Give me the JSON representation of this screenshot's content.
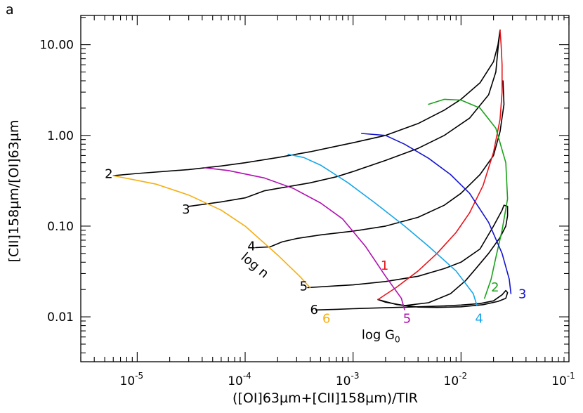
{
  "panel_label": "a",
  "chart_data": {
    "type": "line",
    "xlabel": "([OI]63µm+[CII]158µm)/TIR",
    "ylabel": "[CII]158µm/[OI]63µm",
    "xscale": "log",
    "yscale": "log",
    "xlim": [
      3e-06,
      0.1
    ],
    "ylim": [
      0.0032,
      21
    ],
    "x_ticks": [
      {
        "value": 1e-05,
        "label": "10",
        "exp": "-5"
      },
      {
        "value": 0.0001,
        "label": "10",
        "exp": "-4"
      },
      {
        "value": 0.001,
        "label": "10",
        "exp": "-3"
      },
      {
        "value": 0.01,
        "label": "10",
        "exp": "-2"
      },
      {
        "value": 0.1,
        "label": "10",
        "exp": "-1"
      }
    ],
    "y_ticks": [
      {
        "value": 0.01,
        "label": "0.01"
      },
      {
        "value": 0.1,
        "label": "0.10"
      },
      {
        "value": 1,
        "label": "1.00"
      },
      {
        "value": 10,
        "label": "10.00"
      }
    ],
    "grid": false,
    "legend": "none",
    "colors": {
      "axis": "#000000",
      "logn_lines": "#000000",
      "g0_1": "#e8141b",
      "g0_2": "#1aa21a",
      "g0_3": "#1414d0",
      "g0_4": "#16a6e8",
      "g0_5": "#b010b0",
      "g0_6": "#f5ae10"
    },
    "series": [
      {
        "group": "log_n",
        "label": "2",
        "color": "#000000",
        "points": [
          [
            6e-06,
            0.36
          ],
          [
            1e-05,
            0.38
          ],
          [
            3e-05,
            0.42
          ],
          [
            6e-05,
            0.46
          ],
          [
            0.0001,
            0.5
          ],
          [
            0.0002,
            0.57
          ],
          [
            0.0004,
            0.66
          ],
          [
            0.0007,
            0.76
          ],
          [
            0.001,
            0.83
          ],
          [
            0.002,
            1.0
          ],
          [
            0.004,
            1.35
          ],
          [
            0.007,
            1.9
          ],
          [
            0.01,
            2.5
          ],
          [
            0.015,
            3.8
          ],
          [
            0.02,
            6.5
          ],
          [
            0.022,
            10
          ],
          [
            0.023,
            14.5
          ]
        ]
      },
      {
        "group": "log_n",
        "label": "3",
        "color": "#000000",
        "points": [
          [
            3e-05,
            0.165
          ],
          [
            6e-05,
            0.185
          ],
          [
            0.0001,
            0.205
          ],
          [
            0.00015,
            0.245
          ],
          [
            0.0002,
            0.26
          ],
          [
            0.0004,
            0.3
          ],
          [
            0.0007,
            0.35
          ],
          [
            0.001,
            0.4
          ],
          [
            0.002,
            0.53
          ],
          [
            0.004,
            0.72
          ],
          [
            0.007,
            1.0
          ],
          [
            0.012,
            1.55
          ],
          [
            0.018,
            2.8
          ],
          [
            0.021,
            5
          ],
          [
            0.022,
            9
          ],
          [
            0.023,
            14.5
          ]
        ]
      },
      {
        "group": "log_n",
        "label": "4",
        "color": "#000000",
        "points": [
          [
            0.000125,
            0.058
          ],
          [
            0.00017,
            0.059
          ],
          [
            0.00022,
            0.067
          ],
          [
            0.0003,
            0.073
          ],
          [
            0.0005,
            0.08
          ],
          [
            0.001,
            0.088
          ],
          [
            0.002,
            0.1
          ],
          [
            0.004,
            0.125
          ],
          [
            0.007,
            0.17
          ],
          [
            0.01,
            0.23
          ],
          [
            0.015,
            0.37
          ],
          [
            0.02,
            0.6
          ],
          [
            0.023,
            1.1
          ],
          [
            0.025,
            2.2
          ],
          [
            0.0245,
            4
          ]
        ]
      },
      {
        "group": "log_n",
        "label": "5",
        "color": "#000000",
        "points": [
          [
            0.00038,
            0.021
          ],
          [
            0.0007,
            0.022
          ],
          [
            0.001,
            0.0225
          ],
          [
            0.002,
            0.0245
          ],
          [
            0.004,
            0.028
          ],
          [
            0.007,
            0.034
          ],
          [
            0.01,
            0.04
          ],
          [
            0.015,
            0.056
          ],
          [
            0.02,
            0.1
          ],
          [
            0.024,
            0.15
          ],
          [
            0.025,
            0.17
          ],
          [
            0.027,
            0.165
          ],
          [
            0.027,
            0.13
          ],
          [
            0.026,
            0.1
          ],
          [
            0.023,
            0.075
          ],
          [
            0.018,
            0.05
          ],
          [
            0.014,
            0.035
          ],
          [
            0.011,
            0.025
          ],
          [
            0.008,
            0.018
          ],
          [
            0.005,
            0.0143
          ],
          [
            0.003,
            0.0133
          ],
          [
            0.002,
            0.0145
          ],
          [
            0.0017,
            0.0155
          ]
        ]
      },
      {
        "group": "log_n",
        "label": "6",
        "color": "#000000",
        "points": [
          [
            0.00045,
            0.0119
          ],
          [
            0.0007,
            0.0121
          ],
          [
            0.001,
            0.0123
          ],
          [
            0.002,
            0.0126
          ],
          [
            0.004,
            0.0129
          ],
          [
            0.007,
            0.0132
          ],
          [
            0.01,
            0.0135
          ],
          [
            0.015,
            0.014
          ],
          [
            0.02,
            0.015
          ],
          [
            0.024,
            0.0175
          ],
          [
            0.026,
            0.0195
          ],
          [
            0.027,
            0.0185
          ],
          [
            0.026,
            0.016
          ],
          [
            0.022,
            0.0148
          ],
          [
            0.016,
            0.0136
          ],
          [
            0.01,
            0.0129
          ],
          [
            0.006,
            0.0127
          ],
          [
            0.004,
            0.0128
          ],
          [
            0.0025,
            0.0137
          ],
          [
            0.0017,
            0.0155
          ]
        ]
      },
      {
        "group": "log_G0",
        "label": "1",
        "color": "#e8141b",
        "points": [
          [
            0.0017,
            0.0155
          ],
          [
            0.0025,
            0.021
          ],
          [
            0.004,
            0.032
          ],
          [
            0.006,
            0.05
          ],
          [
            0.009,
            0.085
          ],
          [
            0.012,
            0.14
          ],
          [
            0.016,
            0.28
          ],
          [
            0.02,
            0.65
          ],
          [
            0.023,
            1.5
          ],
          [
            0.024,
            3
          ],
          [
            0.024,
            6
          ],
          [
            0.0235,
            10
          ],
          [
            0.023,
            14.5
          ]
        ]
      },
      {
        "group": "log_G0",
        "label": "2",
        "color": "#1aa21a",
        "points": [
          [
            0.0165,
            0.016
          ],
          [
            0.019,
            0.026
          ],
          [
            0.021,
            0.045
          ],
          [
            0.024,
            0.09
          ],
          [
            0.027,
            0.2
          ],
          [
            0.026,
            0.5
          ],
          [
            0.021,
            1.2
          ],
          [
            0.015,
            2.0
          ],
          [
            0.01,
            2.45
          ],
          [
            0.007,
            2.5
          ],
          [
            0.005,
            2.2
          ]
        ]
      },
      {
        "group": "log_G0",
        "label": "3",
        "color": "#1414d0",
        "points": [
          [
            0.029,
            0.018
          ],
          [
            0.028,
            0.026
          ],
          [
            0.024,
            0.05
          ],
          [
            0.018,
            0.11
          ],
          [
            0.012,
            0.23
          ],
          [
            0.008,
            0.37
          ],
          [
            0.005,
            0.56
          ],
          [
            0.003,
            0.8
          ],
          [
            0.002,
            1.0
          ],
          [
            0.0012,
            1.05
          ]
        ]
      },
      {
        "group": "log_G0",
        "label": "4",
        "color": "#16a6e8",
        "points": [
          [
            0.014,
            0.0135
          ],
          [
            0.013,
            0.018
          ],
          [
            0.009,
            0.032
          ],
          [
            0.005,
            0.06
          ],
          [
            0.003,
            0.1
          ],
          [
            0.0016,
            0.18
          ],
          [
            0.0009,
            0.3
          ],
          [
            0.0005,
            0.47
          ],
          [
            0.00035,
            0.57
          ],
          [
            0.00025,
            0.62
          ]
        ]
      },
      {
        "group": "log_G0",
        "label": "5",
        "color": "#b010b0",
        "points": [
          [
            0.003,
            0.012
          ],
          [
            0.0028,
            0.016
          ],
          [
            0.002,
            0.028
          ],
          [
            0.0013,
            0.06
          ],
          [
            0.0008,
            0.12
          ],
          [
            0.0005,
            0.18
          ],
          [
            0.00028,
            0.26
          ],
          [
            0.00015,
            0.34
          ],
          [
            7e-05,
            0.41
          ],
          [
            4.2e-05,
            0.44
          ]
        ]
      },
      {
        "group": "log_G0",
        "label": "6",
        "color": "#f5ae10",
        "points": [
          [
            0.0004,
            0.021
          ],
          [
            0.00032,
            0.028
          ],
          [
            0.0002,
            0.048
          ],
          [
            0.0001,
            0.1
          ],
          [
            6e-05,
            0.15
          ],
          [
            3e-05,
            0.22
          ],
          [
            1.5e-05,
            0.29
          ],
          [
            6e-06,
            0.36
          ]
        ]
      }
    ],
    "annotations": [
      {
        "text": "2",
        "color": "#000000",
        "x": 5e-06,
        "y": 0.34
      },
      {
        "text": "3",
        "color": "#000000",
        "x": 2.6e-05,
        "y": 0.138
      },
      {
        "text": "4",
        "color": "#000000",
        "x": 0.000105,
        "y": 0.054
      },
      {
        "text": "5",
        "color": "#000000",
        "x": 0.00032,
        "y": 0.0195
      },
      {
        "text": "6",
        "color": "#000000",
        "x": 0.0004,
        "y": 0.0108
      },
      {
        "text": "log n",
        "color": "#000000",
        "x": 9e-05,
        "y": 0.044,
        "rotate": 40
      },
      {
        "text": "1",
        "color": "#e8141b",
        "x": 0.0018,
        "y": 0.033
      },
      {
        "text": "2",
        "color": "#1aa21a",
        "x": 0.019,
        "y": 0.019
      },
      {
        "text": "3",
        "color": "#1414d0",
        "x": 0.034,
        "y": 0.016
      },
      {
        "text": "4",
        "color": "#16a6e8",
        "x": 0.0135,
        "y": 0.0086
      },
      {
        "text": "5",
        "color": "#b010b0",
        "x": 0.0029,
        "y": 0.0086
      },
      {
        "text": "6",
        "color": "#f5ae10",
        "x": 0.00052,
        "y": 0.0086
      },
      {
        "text": "log G",
        "sub": "0",
        "color": "#000000",
        "x": 0.0012,
        "y": 0.0057
      }
    ]
  }
}
